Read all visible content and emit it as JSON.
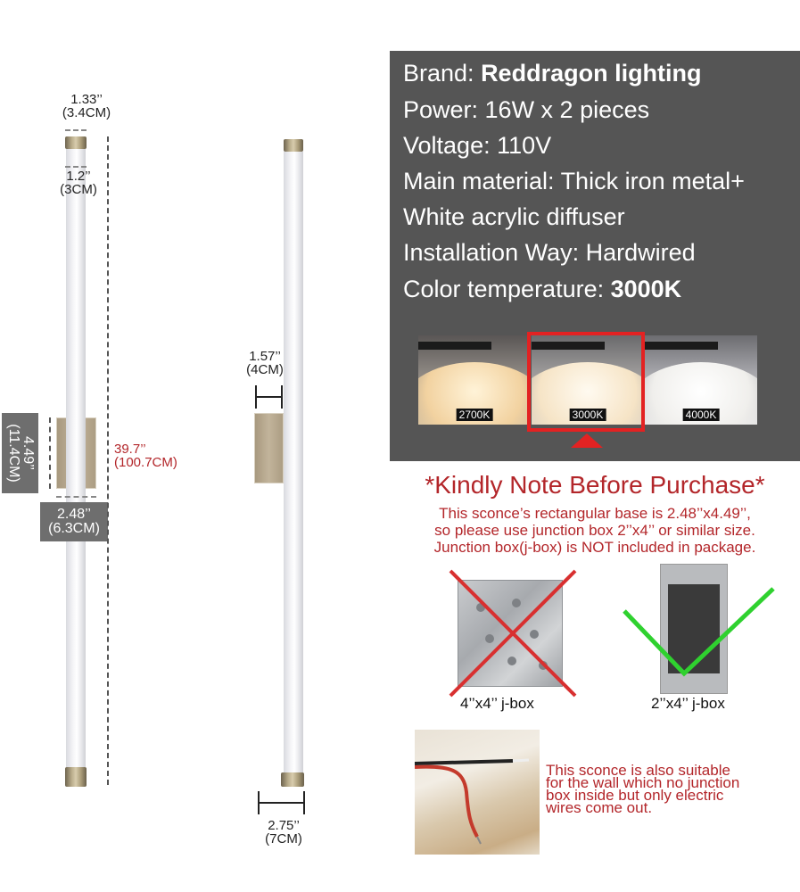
{
  "left_diagram": {
    "top_cap_width": {
      "in": "1.33’’",
      "cm": "(3.4CM)"
    },
    "tube_diameter": {
      "in": "1.2’’",
      "cm": "(3CM)"
    },
    "base_height": {
      "in": "4.49’’",
      "cm": "(11.4CM)"
    },
    "base_width": {
      "in": "2.48’’",
      "cm": "(6.3CM)"
    },
    "total_length": {
      "in": "39.7’’",
      "cm": "(100.7CM)"
    }
  },
  "side_diagram": {
    "base_depth": {
      "in": "1.57’’",
      "cm": "(4CM)"
    },
    "projection": {
      "in": "2.75’’",
      "cm": "(7CM)"
    }
  },
  "specs": {
    "brand_label": "Brand: ",
    "brand_value": "Reddragon lighting",
    "power": "Power: 16W x 2 pieces",
    "voltage": "Voltage: 110V",
    "material_1": "Main material: Thick iron metal+",
    "material_2": "White acrylic diffuser",
    "installation": "Installation Way: Hardwired",
    "color_temp_label": "Color temperature: ",
    "color_temp_value": "3000K"
  },
  "color_options": [
    {
      "label": "2700K",
      "glow": "#f7dcae"
    },
    {
      "label": "3000K",
      "glow": "#fbead0",
      "selected": true
    },
    {
      "label": "4000K",
      "glow": "#f6f5f1"
    }
  ],
  "colors": {
    "panel_bg": "#555555",
    "note_red": "#b3262a",
    "select_red": "#e32222",
    "check_green": "#2fd12f",
    "cross_red": "#d83030"
  },
  "note": {
    "title": "*Kindly Note Before Purchase*",
    "lines": [
      "This sconce’s rectangular base is 2.48’’x4.49’’,",
      "so please use junction box 2’’x4’’ or similar size.",
      "Junction box(j-box) is NOT included in package."
    ]
  },
  "jboxes": {
    "wrong_label": "4’’x4’’ j-box",
    "right_label": "2’’x4’’ j-box"
  },
  "wire_note": {
    "lines": [
      "This sconce is also suitable",
      "for the wall which no junction",
      "box inside but only electric",
      "wires come out."
    ]
  }
}
